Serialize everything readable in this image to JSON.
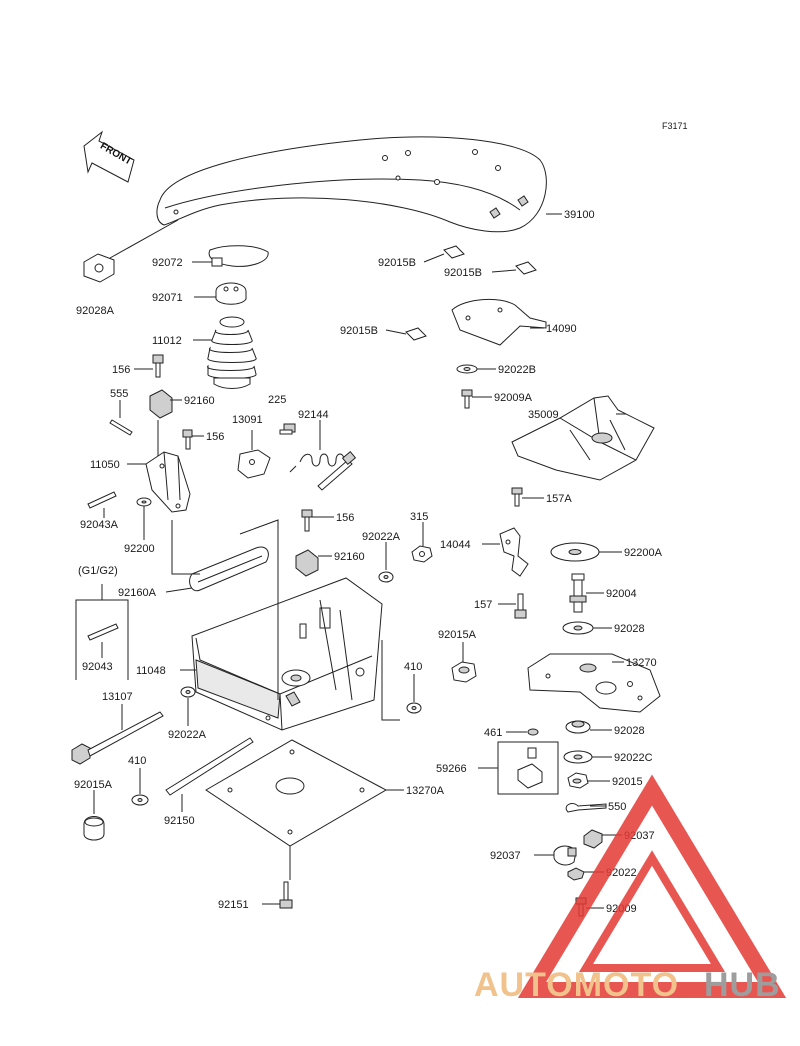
{
  "figure_code": "F3171",
  "front_label": "FRONT",
  "bracket_label": "(G1/G2)",
  "watermark": {
    "text_a": "AUTOMOTO",
    "text_b": "HUB",
    "color_a": "#f0b878",
    "color_b": "#8c8c8c",
    "triangle_color": "#e53935"
  },
  "labels": [
    {
      "id": "39100",
      "text": "39100"
    },
    {
      "id": "92028a",
      "text": "92028A"
    },
    {
      "id": "92072",
      "text": "92072"
    },
    {
      "id": "92071",
      "text": "92071"
    },
    {
      "id": "11012",
      "text": "11012"
    },
    {
      "id": "156a",
      "text": "156"
    },
    {
      "id": "92015b-1",
      "text": "92015B"
    },
    {
      "id": "92015b-2",
      "text": "92015B"
    },
    {
      "id": "92015b-3",
      "text": "92015B"
    },
    {
      "id": "14090",
      "text": "14090"
    },
    {
      "id": "92022b",
      "text": "92022B"
    },
    {
      "id": "92009a",
      "text": "92009A"
    },
    {
      "id": "35009",
      "text": "35009"
    },
    {
      "id": "555",
      "text": "555"
    },
    {
      "id": "92160a",
      "text": "92160"
    },
    {
      "id": "225",
      "text": "225"
    },
    {
      "id": "13091",
      "text": "13091"
    },
    {
      "id": "92144",
      "text": "92144"
    },
    {
      "id": "156b",
      "text": "156"
    },
    {
      "id": "11050",
      "text": "11050"
    },
    {
      "id": "157a",
      "text": "157A"
    },
    {
      "id": "92043a",
      "text": "92043A"
    },
    {
      "id": "92200",
      "text": "92200"
    },
    {
      "id": "156c",
      "text": "156"
    },
    {
      "id": "315",
      "text": "315"
    },
    {
      "id": "92022a-1",
      "text": "92022A"
    },
    {
      "id": "14044",
      "text": "14044"
    },
    {
      "id": "92200a",
      "text": "92200A"
    },
    {
      "id": "92160b",
      "text": "92160"
    },
    {
      "id": "92160a2",
      "text": "92160A"
    },
    {
      "id": "92004",
      "text": "92004"
    },
    {
      "id": "157",
      "text": "157"
    },
    {
      "id": "92028-1",
      "text": "92028"
    },
    {
      "id": "92043",
      "text": "92043"
    },
    {
      "id": "92015a-1",
      "text": "92015A"
    },
    {
      "id": "13270",
      "text": "13270"
    },
    {
      "id": "11048",
      "text": "11048"
    },
    {
      "id": "410a",
      "text": "410"
    },
    {
      "id": "13107",
      "text": "13107"
    },
    {
      "id": "92022a-2",
      "text": "92022A"
    },
    {
      "id": "461",
      "text": "461"
    },
    {
      "id": "92028-2",
      "text": "92028"
    },
    {
      "id": "59266",
      "text": "59266"
    },
    {
      "id": "92022c",
      "text": "92022C"
    },
    {
      "id": "410b",
      "text": "410"
    },
    {
      "id": "92015",
      "text": "92015"
    },
    {
      "id": "92015a-2",
      "text": "92015A"
    },
    {
      "id": "13270a",
      "text": "13270A"
    },
    {
      "id": "550",
      "text": "550"
    },
    {
      "id": "92150",
      "text": "92150"
    },
    {
      "id": "92037-1",
      "text": "92037"
    },
    {
      "id": "92037-2",
      "text": "92037"
    },
    {
      "id": "92022",
      "text": "92022"
    },
    {
      "id": "92009",
      "text": "92009"
    },
    {
      "id": "92151",
      "text": "92151"
    }
  ]
}
